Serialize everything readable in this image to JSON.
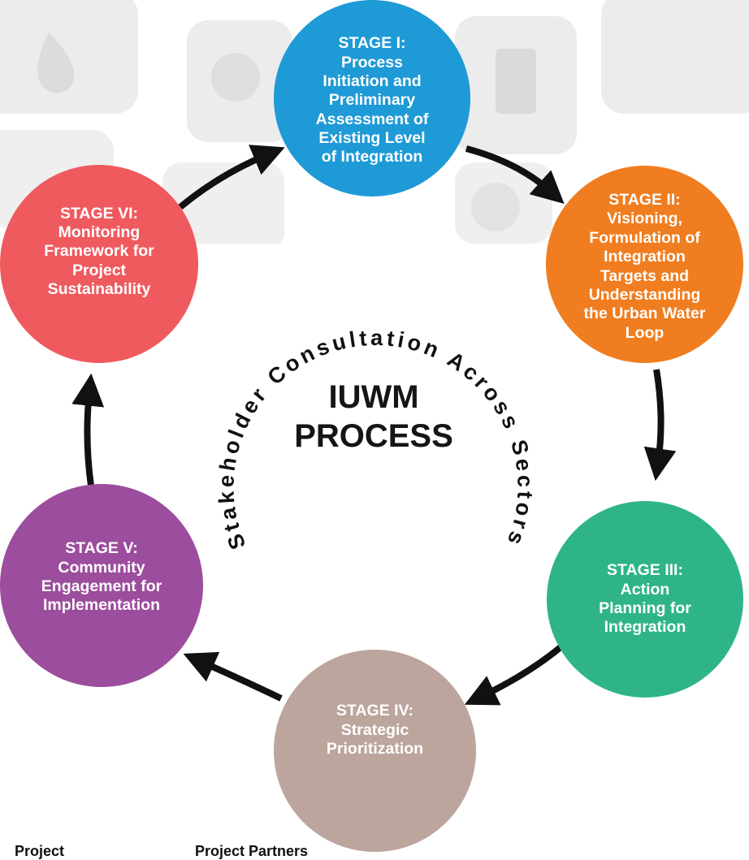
{
  "center_title": "IUWM\nPROCESS",
  "ring_text": "Stakeholder Consultation Across Sectors",
  "stages": [
    {
      "label": "STAGE I:\nProcess\nInitiation and\nPreliminary\nAssessment of\nExisting Level\nof Integration",
      "color": "#1e9ad6"
    },
    {
      "label": "STAGE II:\nVisioning,\nFormulation of\nIntegration\nTargets and\nUnderstanding\nthe Urban Water\nLoop",
      "color": "#f07d1f"
    },
    {
      "label": "STAGE III:\nAction\nPlanning for\nIntegration",
      "color": "#2fb48a"
    },
    {
      "label": "STAGE IV:\nStrategic\nPrioritization",
      "color": "#bca59d"
    },
    {
      "label": "STAGE V:\nCommunity\nEngagement for\nImplementation",
      "color": "#9c4d9d"
    },
    {
      "label": "STAGE VI:\nMonitoring\nFramework for\nProject\nSustainability",
      "color": "#ef5a5f"
    }
  ],
  "footer": {
    "left_label": "Project",
    "right_label": "Project Partners"
  }
}
